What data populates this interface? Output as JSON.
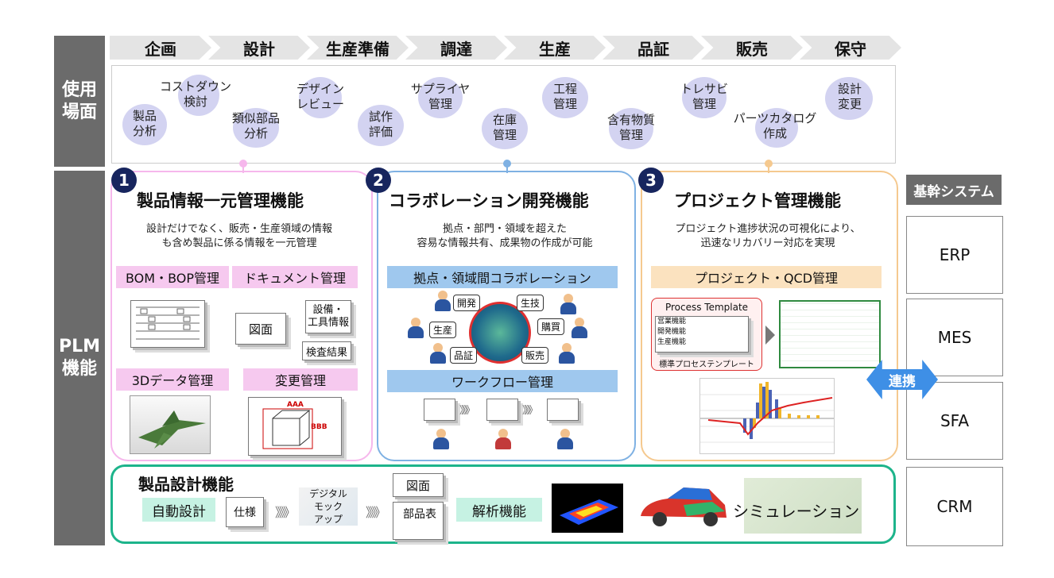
{
  "side": {
    "scenes": "使用\n場面",
    "plm": "PLM\n機能"
  },
  "stages": [
    "企画",
    "設計",
    "生産準備",
    "調達",
    "生産",
    "品証",
    "販売",
    "保守"
  ],
  "scenes": [
    {
      "label": "製品\n分析"
    },
    {
      "label": "コストダウン\n検討"
    },
    {
      "label": "類似部品\n分析"
    },
    {
      "label": "デザイン\nレビュー"
    },
    {
      "label": "試作\n評価"
    },
    {
      "label": "サプライヤ\n管理"
    },
    {
      "label": "在庫\n管理"
    },
    {
      "label": "工程\n管理"
    },
    {
      "label": "含有物質\n管理"
    },
    {
      "label": "トレサビ\n管理"
    },
    {
      "label": "パーツカタログ\n作成"
    },
    {
      "label": "設計\n変更"
    }
  ],
  "panel1": {
    "num": "1",
    "title": "製品情報一元管理機能",
    "desc": "設計だけでなく、販売・生産領域の情報\nも含め製品に係る情報を一元管理",
    "labels": [
      "BOM・BOP管理",
      "ドキュメント管理",
      "3Dデータ管理",
      "変更管理"
    ],
    "doc_drawing": "図面",
    "doc_equipment": "設備・\n工具情報",
    "doc_inspection": "検査結果",
    "change_a": "AAA",
    "change_b": "BBB"
  },
  "panel2": {
    "num": "2",
    "title": "コラボレーション開発機能",
    "desc": "拠点・部門・領域を超えた\n容易な情報共有、成果物の作成が可能",
    "labels": [
      "拠点・領域間コラボレーション",
      "ワークフロー管理"
    ],
    "roles": [
      "開発",
      "生技",
      "生産",
      "購買",
      "品証",
      "販売"
    ]
  },
  "panel3": {
    "num": "3",
    "title": "プロジェクト管理機能",
    "desc": "プロジェクト進捗状況の可視化により、\n迅速なリカバリー対応を実現",
    "labels": [
      "プロジェクト・QCD管理"
    ],
    "template_title": "Process Template",
    "template_rows": [
      "営業機能",
      "開発機能",
      "生産機能"
    ],
    "template_caption": "標準プロセステンプレート"
  },
  "design": {
    "title": "製品設計機能",
    "auto": "自動設計",
    "spec": "仕様",
    "mockup": "デジタル\nモック\nアップ",
    "drawing": "図面",
    "bom": "部品表",
    "analysis": "解析機能",
    "simulation": "シミュレーション",
    "arrow": "》》》"
  },
  "systems": {
    "header": "基幹システム",
    "items": [
      "ERP",
      "MES",
      "SFA",
      "CRM"
    ],
    "link": "連携"
  },
  "colors": {
    "pink": "#f6b7ec",
    "blue": "#7fb1e3",
    "peach": "#f5c98f",
    "green": "#1db48b",
    "navy": "#17255e",
    "link": "#3e8fe6"
  }
}
